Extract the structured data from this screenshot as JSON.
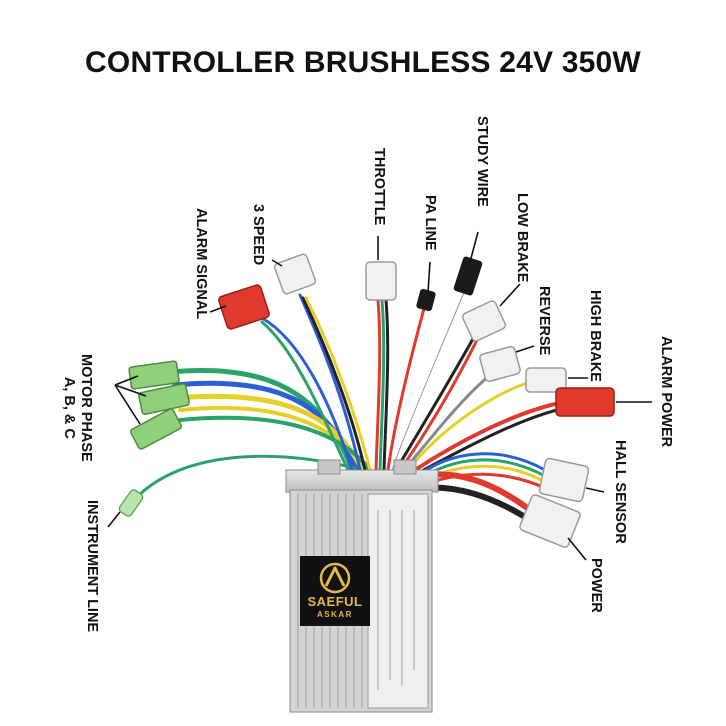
{
  "title": "CONTROLLER BRUSHLESS 24V 350W",
  "labels": {
    "alarm_signal": "ALARM SIGNAL",
    "three_speed": "3 SPEED",
    "throttle": "THROTTLE",
    "pa_line": "PA LINE",
    "study_wire": "STUDY WIRE",
    "low_brake": "LOW BRAKE",
    "reverse": "REVERSE",
    "high_brake": "HIGH BRAKE",
    "alarm_power": "ALARM POWER",
    "hall_sensor": "HALL SENSOR",
    "power": "POWER",
    "motor_phase_line1": "MOTOR PHASE",
    "motor_phase_line2": "A, B, & C",
    "instrument_line": "INSTRUMENT LINE"
  },
  "logo": {
    "name": "SAEFUL",
    "sub": "ASKAR",
    "color": "#e6b84a"
  },
  "colors": {
    "red_connector": "#e03a2e",
    "white_connector": "#f1f1f1",
    "green_connector": "#8fd07a",
    "housing": "#cfcfcf"
  }
}
